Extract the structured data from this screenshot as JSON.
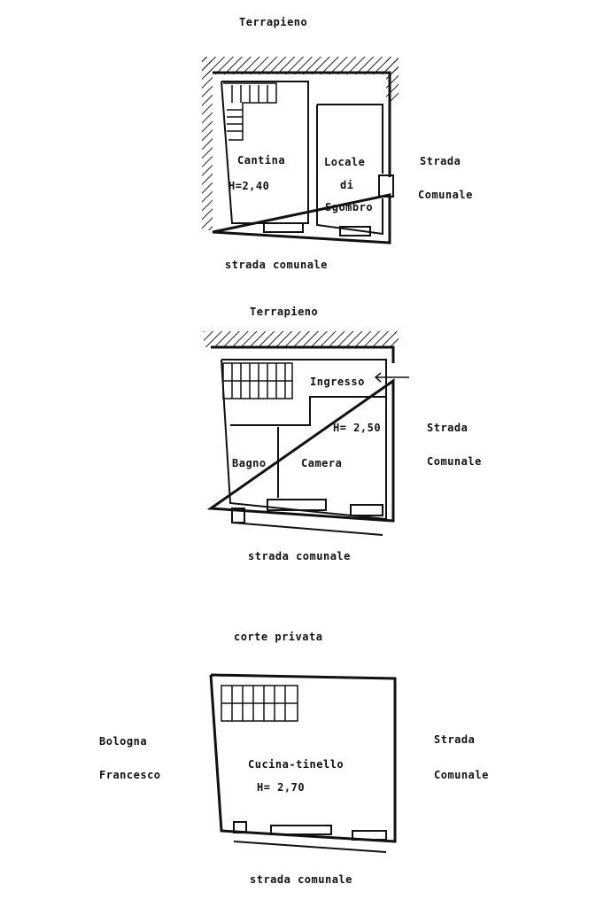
{
  "plans": {
    "basement": {
      "top_label": "Terrapieno",
      "rooms": {
        "cantina": "Cantina",
        "cantina_height": "H=2,40",
        "locale_1": "Locale",
        "locale_2": "di",
        "locale_3": "Sgombro"
      },
      "right_1": "Strada",
      "right_2": "Comunale",
      "bottom_label": "strada comunale"
    },
    "ground": {
      "top_label": "Terrapieno",
      "rooms": {
        "ingresso": "Ingresso",
        "height": "H= 2,50",
        "bagno": "Bagno",
        "camera": "Camera"
      },
      "right_1": "Strada",
      "right_2": "Comunale",
      "bottom_label": "strada comunale"
    },
    "first": {
      "top_label": "corte privata",
      "rooms": {
        "cucina": "Cucina-tinello",
        "height": "H= 2,70"
      },
      "left_1": "Bologna",
      "left_2": "Francesco",
      "right_1": "Strada",
      "right_2": "Comunale",
      "bottom_label": "strada comunale"
    }
  }
}
